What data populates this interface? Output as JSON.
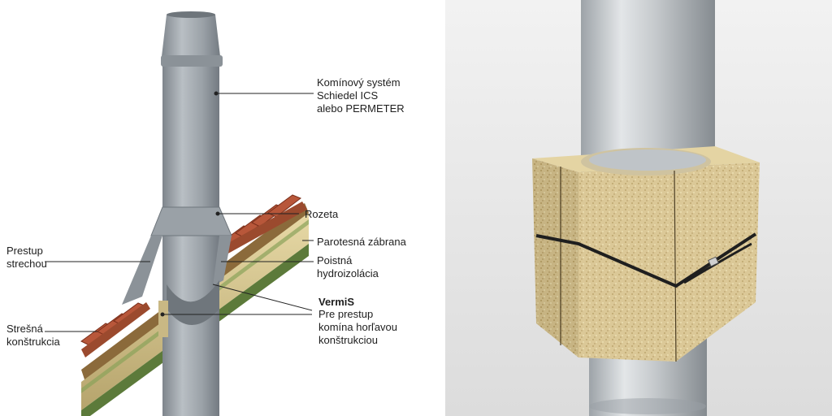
{
  "labels": {
    "chimney_system": "Komínový systém\nSchiedel ICS\nalebo PERMETER",
    "rozeta": "Rozeta",
    "parotesna_zabrana": "Parotesná zábrana",
    "poistna_hydroizolacia": "Poistná\nhydroizolácia",
    "vermis_title": "VermiS",
    "vermis_desc": "Pre prestup\nkomína horľavou\nkonštrukciou",
    "prestup_strechou": "Prestup\nstrechou",
    "stresna_konstrukcia": "Strešná\nkonštrukcia"
  },
  "colors": {
    "pipe": "#a7adb3",
    "pipe_dark": "#7f868d",
    "tile": "#b8573a",
    "insulation": "#c9b884",
    "vermis_block": "#d9c795",
    "background_right": "#eaeaea"
  }
}
